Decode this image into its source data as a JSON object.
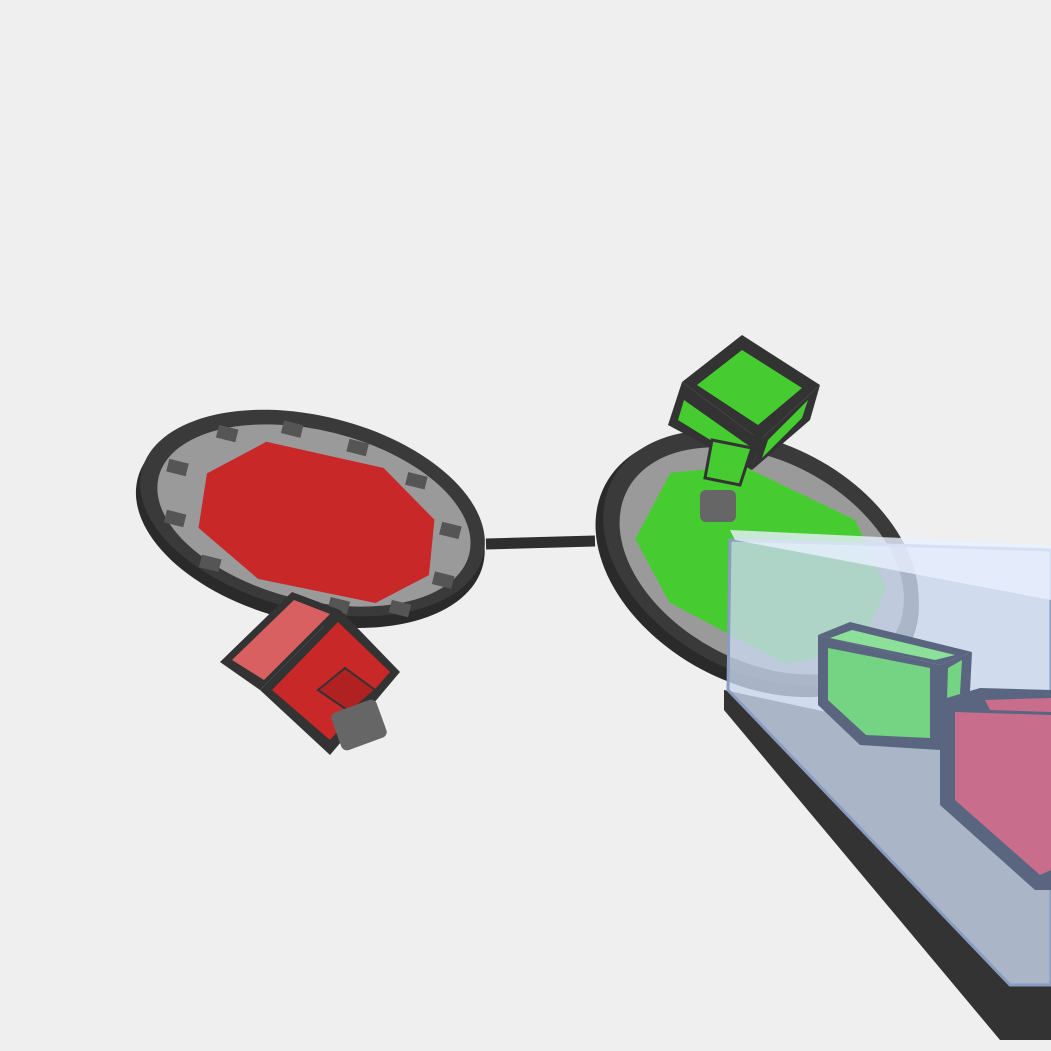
{
  "scene": {
    "background": "#efefef",
    "colors": {
      "red_team": "#c82828",
      "green_team": "#46cc30",
      "rim": "#333333",
      "ring": "#9a9a9a",
      "glass": "#c8d8f0",
      "base": "#3a3a3a"
    },
    "objects": [
      {
        "name": "red-platform",
        "color": "red_team"
      },
      {
        "name": "green-platform",
        "color": "green_team"
      },
      {
        "name": "connector-bridge"
      },
      {
        "name": "red-cube-robot",
        "color": "red_team"
      },
      {
        "name": "green-cube-robot",
        "color": "green_team"
      },
      {
        "name": "glass-container"
      },
      {
        "name": "stored-green-cube",
        "color": "green_team"
      },
      {
        "name": "stored-red-cube",
        "color": "red_team"
      }
    ]
  }
}
